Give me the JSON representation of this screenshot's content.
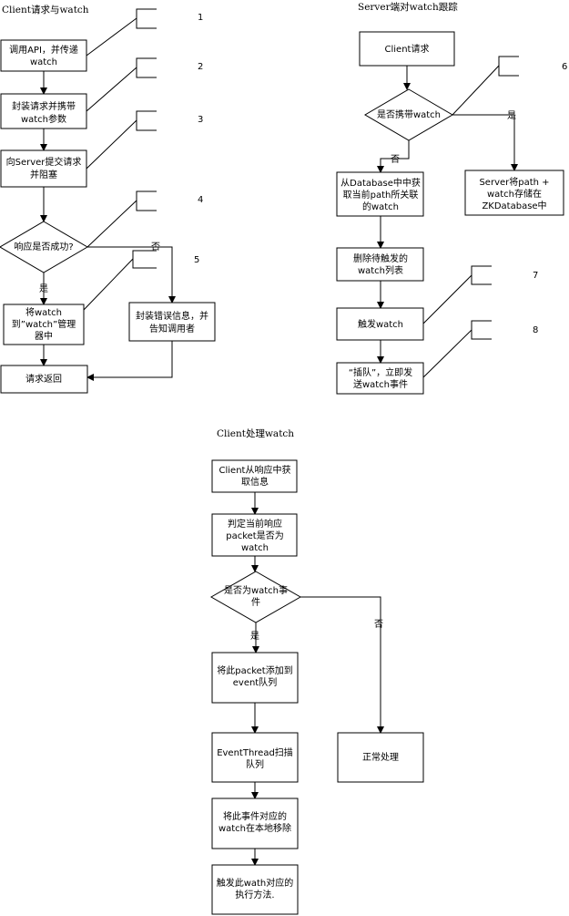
{
  "titles": {
    "client_request": "Client请求与watch",
    "server_tracking": "Server端对watch跟踪",
    "client_handle": "Client处理watch"
  },
  "client_flow": {
    "call_api": [
      "调用API，并传递",
      "watch"
    ],
    "encapsulate": [
      "封装请求并携带",
      "watch参数"
    ],
    "submit": [
      "向Server提交请求",
      "并阻塞"
    ],
    "decision": "响应是否成功?",
    "yes": "是",
    "no": "否",
    "register": [
      "将watch",
      "到”watch”管理",
      "器中"
    ],
    "error": [
      "封装错误信息，并",
      "告知调用者"
    ],
    "return": "请求返回"
  },
  "callout_numbers": [
    "1",
    "2",
    "3",
    "4",
    "5",
    "6",
    "7",
    "8"
  ],
  "server_flow": {
    "client_request": "Client请求",
    "decision": "是否携带watch",
    "yes": "是",
    "no": "否",
    "store": [
      "Server将path +",
      "watch存储在",
      "ZKDatabase中"
    ],
    "fetch": [
      "从Database中中获",
      "取当前path所关联",
      "的watch"
    ],
    "delete": [
      "删除待触发的",
      "watch列表"
    ],
    "trigger": "触发watch",
    "queue": [
      "“插队”，立即发",
      "送watch事件"
    ]
  },
  "handle_flow": {
    "get_info": [
      "Client从响应中获",
      "取信息"
    ],
    "judge": [
      "判定当前响应",
      "packet是否为",
      "watch"
    ],
    "decision": [
      "是否为watch事",
      "件"
    ],
    "yes": "是",
    "no": "否",
    "add_queue": [
      "将此packet添加到",
      "event队列"
    ],
    "scan": [
      "EventThread扫描",
      "队列"
    ],
    "normal": "正常处理",
    "remove": [
      "将此事件对应的",
      "watch在本地移除"
    ],
    "execute": [
      "触发此wath对应的",
      "执行方法."
    ]
  }
}
